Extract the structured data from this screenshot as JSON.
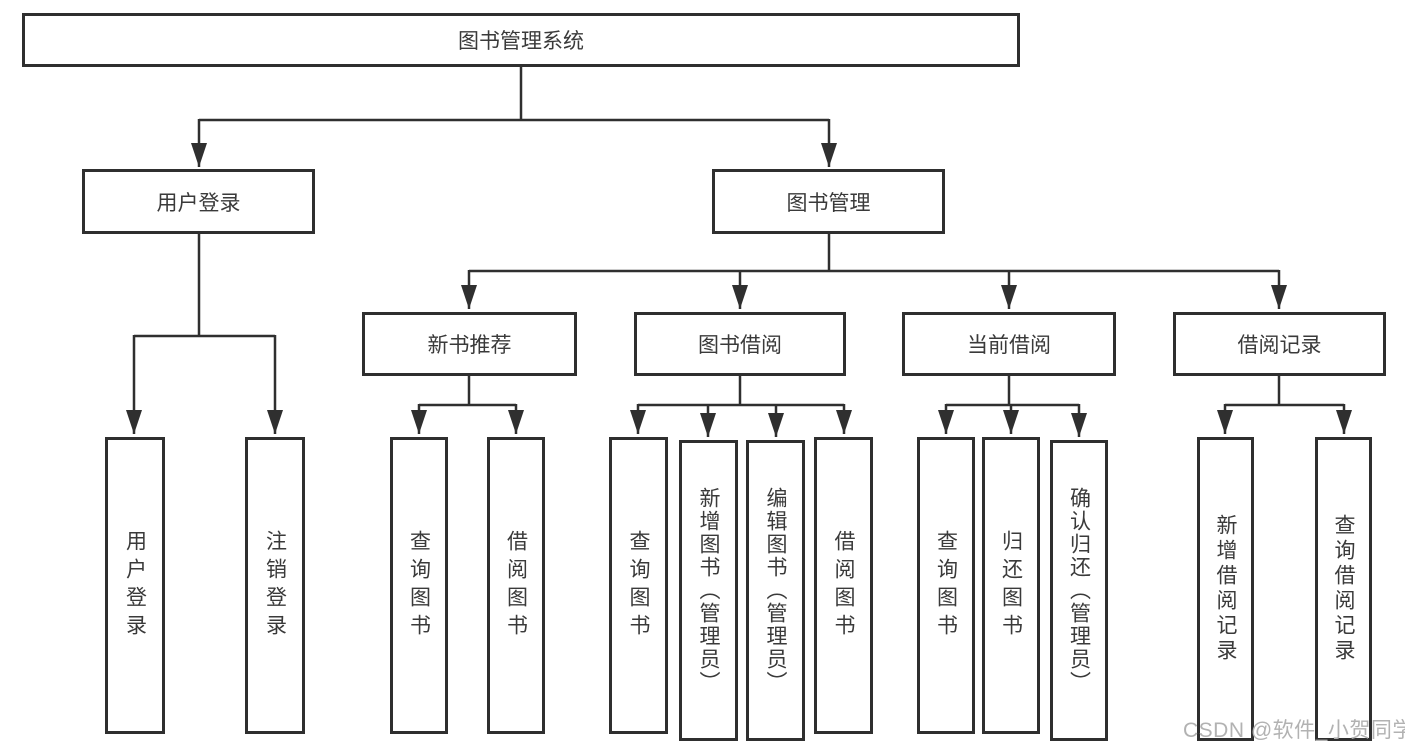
{
  "nodes": {
    "root": "图书管理系统",
    "user_login": "用户登录",
    "book_mgmt": "图书管理",
    "new_books": "新书推荐",
    "book_borrow": "图书借阅",
    "current_borrow": "当前借阅",
    "borrow_records": "借阅记录",
    "leaves": {
      "user_login": [
        "用户登录",
        "注销登录"
      ],
      "new_books": [
        "查询图书",
        "借阅图书"
      ],
      "book_borrow": [
        "查询图书",
        "新增图书（管理员）",
        "编辑图书（管理员）",
        "借阅图书"
      ],
      "current_borrow": [
        "查询图书",
        "归还图书",
        "确认归还（管理员）"
      ],
      "borrow_records": [
        "新增借阅记录",
        "查询借阅记录"
      ]
    }
  },
  "watermark": "CSDN @软件_小贺同学",
  "colors": {
    "line": "#2f2f2f",
    "box_border": "#2f2f2f",
    "text": "#3a3a3a",
    "watermark": "#b2b2b2",
    "background": "#ffffff"
  }
}
